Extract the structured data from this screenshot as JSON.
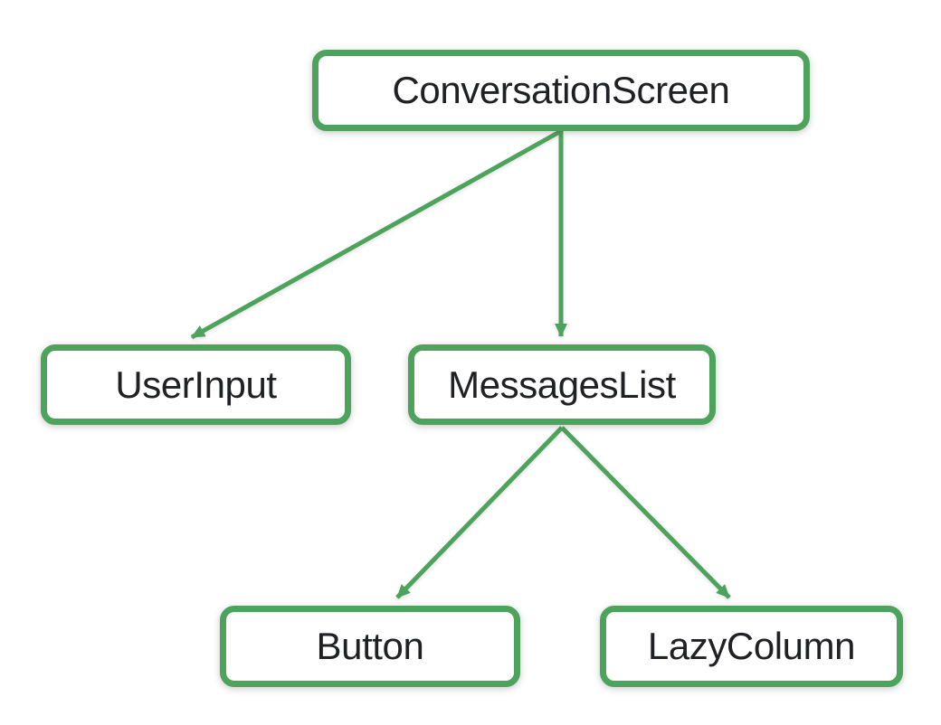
{
  "diagram": {
    "type": "tree",
    "background_color": "#ffffff",
    "node_fill_color": "#ffffff",
    "node_border_color": "#4da25c",
    "node_text_color": "#202124",
    "arrow_color": "#4da25c",
    "nodes": [
      {
        "id": "conversation-screen",
        "label": "ConversationScreen"
      },
      {
        "id": "user-input",
        "label": "UserInput"
      },
      {
        "id": "messages-list",
        "label": "MessagesList"
      },
      {
        "id": "button",
        "label": "Button"
      },
      {
        "id": "lazy-column",
        "label": "LazyColumn"
      }
    ],
    "edges": [
      {
        "from": "ConversationScreen",
        "to": "UserInput"
      },
      {
        "from": "ConversationScreen",
        "to": "MessagesList"
      },
      {
        "from": "MessagesList",
        "to": "Button"
      },
      {
        "from": "MessagesList",
        "to": "LazyColumn"
      }
    ]
  }
}
